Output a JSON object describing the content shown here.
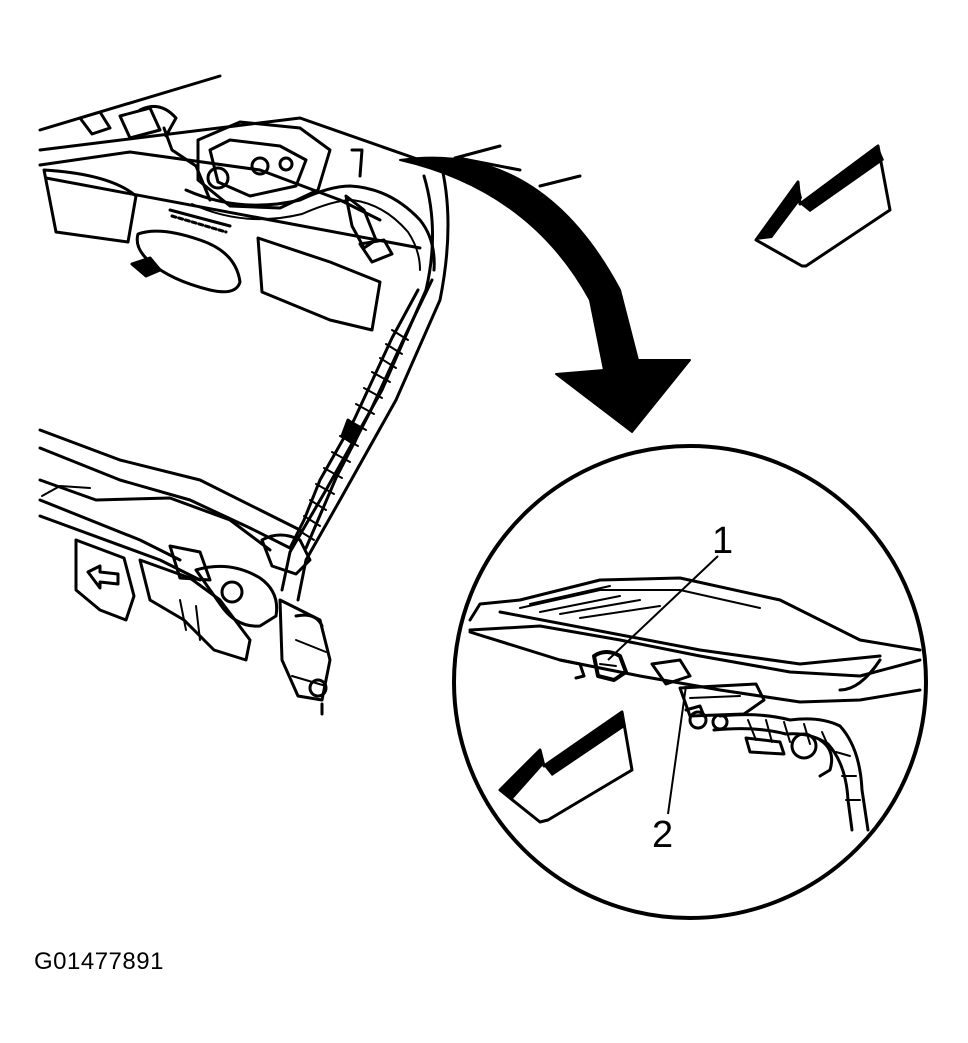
{
  "figure": {
    "id": "G01477891"
  },
  "callouts": [
    {
      "label": "1"
    },
    {
      "label": "2"
    }
  ],
  "colors": {
    "line": "#000000",
    "background": "#ffffff"
  },
  "icons": [
    "forward-direction-arrow-icon",
    "detail-view-arrow-icon",
    "detail-forward-arrow-icon"
  ]
}
